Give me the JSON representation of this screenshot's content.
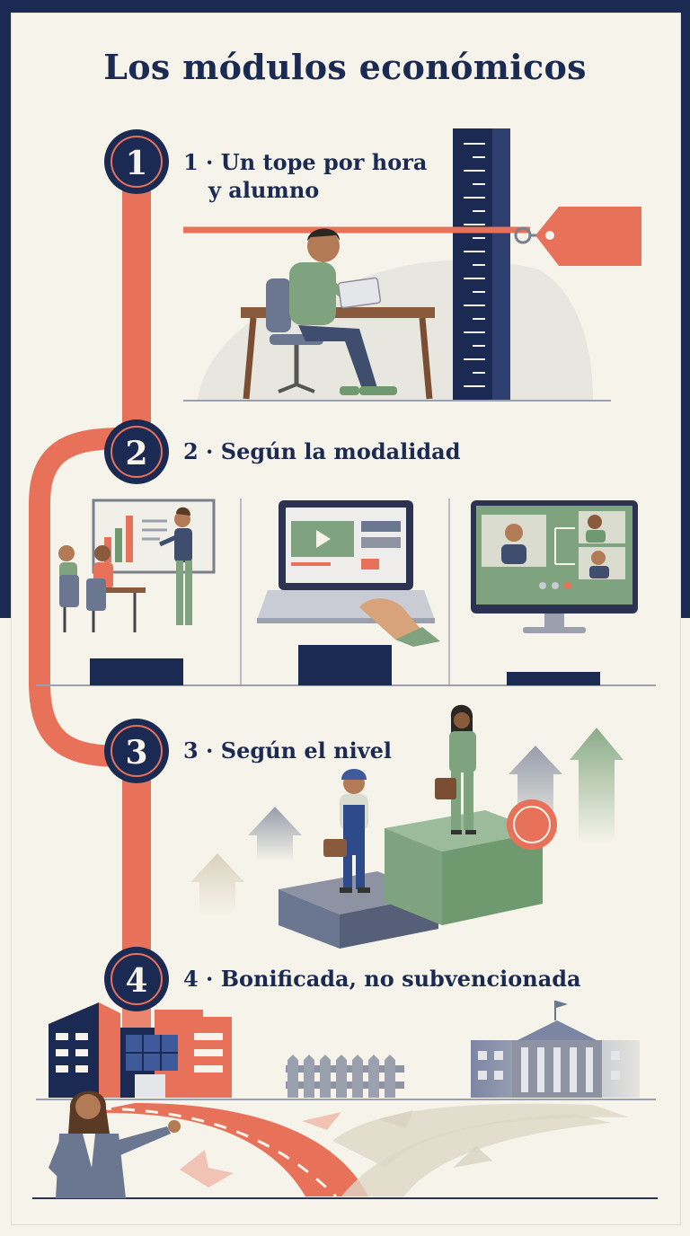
{
  "title": "Los módulos económicos",
  "steps": [
    {
      "number": "1",
      "label_line1": "1 · Un tope por hora",
      "label_line2": "y alumno"
    },
    {
      "number": "2",
      "label": "2 · Según la modalidad"
    },
    {
      "number": "3",
      "label": "3 · Según el nivel"
    },
    {
      "number": "4",
      "label": "4 · Bonificada, no subvencionada"
    }
  ],
  "colors": {
    "navy": "#1b2a52",
    "coral": "#e8715a",
    "green": "#6f9a6f",
    "cream": "#f6f4ea",
    "slate": "#6b7690"
  },
  "icons": [
    "ruler-icon",
    "price-tag-icon",
    "person-at-desk-icon",
    "classroom-icon",
    "laptop-video-icon",
    "video-call-monitor-icon",
    "worker-icon",
    "businesswoman-icon",
    "arrow-up-icon",
    "seal-icon",
    "office-building-icon",
    "fence-icon",
    "government-building-icon",
    "road-fork-icon",
    "presenter-icon"
  ]
}
